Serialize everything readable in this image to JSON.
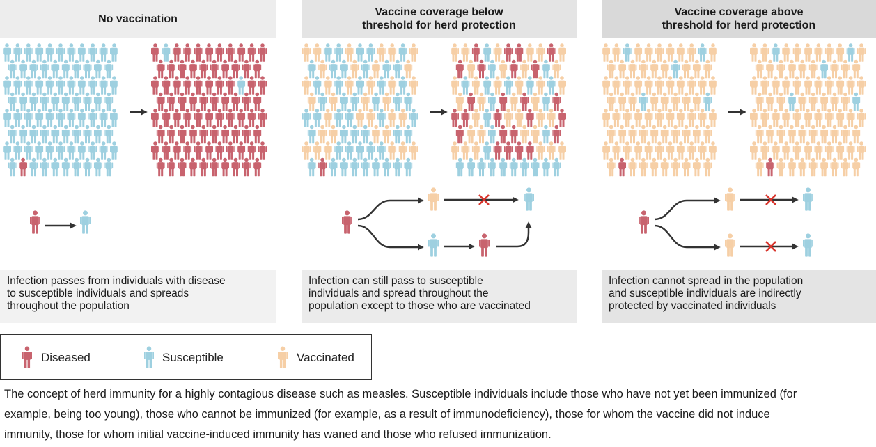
{
  "panels": [
    {
      "title": "No vaccination",
      "description": [
        "Infection passes from individuals with disease",
        "to susceptible individuals and spreads",
        "throughout the population"
      ]
    },
    {
      "title": "Vaccine coverage below\nthreshold for herd protection",
      "description": [
        "Infection can still pass to susceptible",
        "individuals and spread throughout the",
        "population except to those who are vaccinated"
      ]
    },
    {
      "title": "Vaccine coverage above\nthreshold for herd protection",
      "description": [
        "Infection cannot spread in the population",
        "and susceptible individuals are indirectly",
        "protected by vaccinated individuals"
      ]
    }
  ],
  "legend": {
    "diseased": "Diseased",
    "susceptible": "Susceptible",
    "vaccinated": "Vaccinated"
  },
  "colors": {
    "diseased": "#c8636e",
    "susceptible": "#9ed0e0",
    "vaccinated": "#f6cfa6",
    "arrow": "#333333",
    "blocked": "#d8342c"
  },
  "icons": {
    "person": "person-icon",
    "arrow": "arrow-right-icon",
    "blocked": "x-mark-icon"
  },
  "caption": [
    "The concept of herd immunity for a highly contagious disease such as measles. Susceptible individuals include those who have not yet been immunized (for",
    "example, being too young), those who cannot be immunized (for example, as a result of immunodeficiency), those for whom the vaccine did not induce",
    "immunity, those for whom initial vaccine-induced immunity has waned and those who refused immunization."
  ]
}
